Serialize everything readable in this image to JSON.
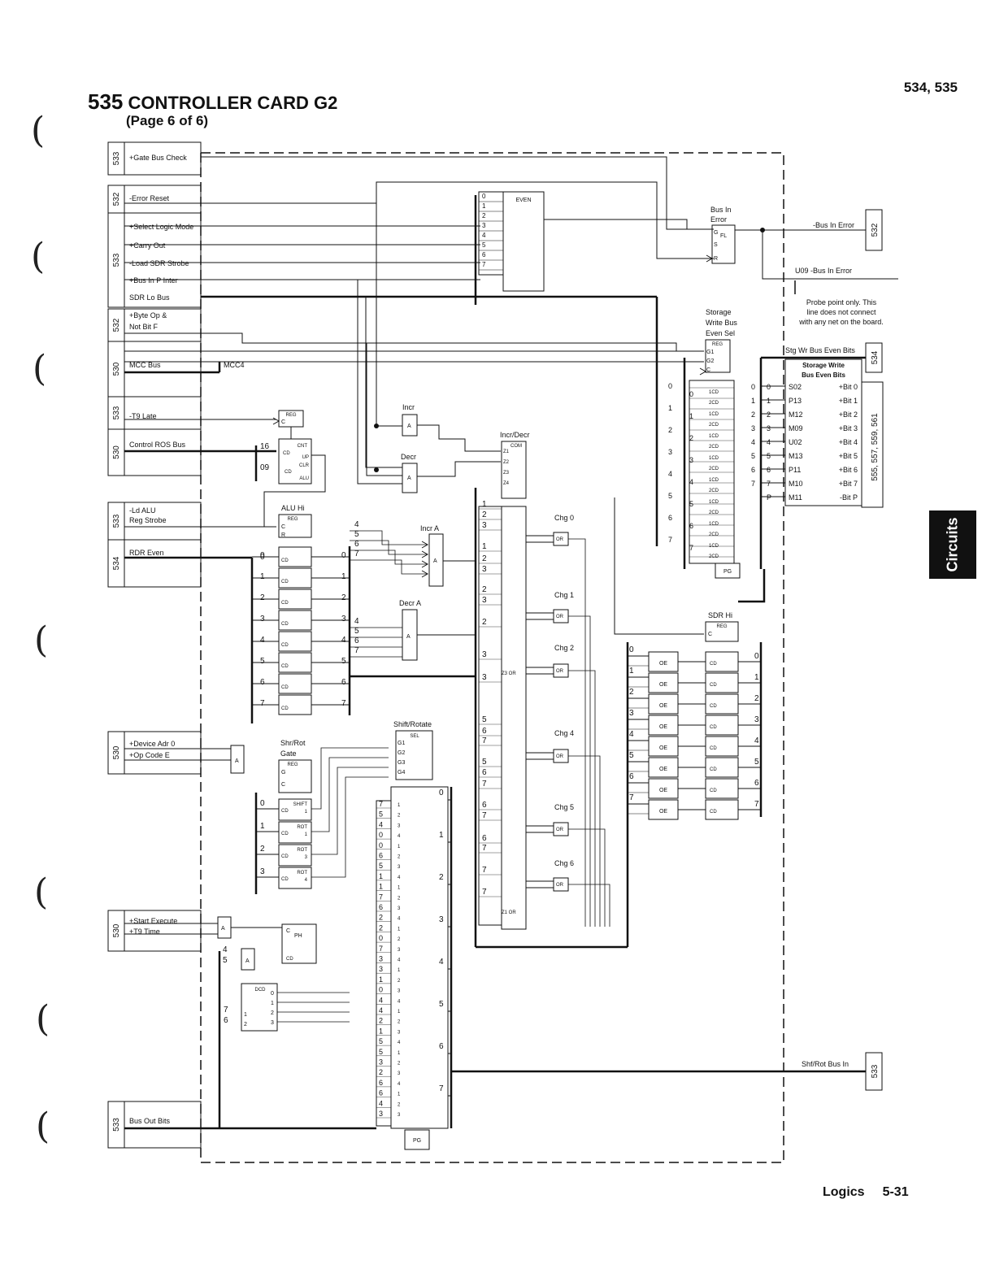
{
  "header": {
    "number": "535",
    "title": "CONTROLLER CARD G2",
    "subtitle": "(Page 6 of 6)",
    "page_refs": "534, 535"
  },
  "footer": {
    "section": "Logics",
    "page": "5-31"
  },
  "side_tab": "Circuits",
  "left_sources": [
    {
      "page": "533",
      "signals": [
        "+Gate Bus Check"
      ]
    },
    {
      "page": "532",
      "signals": [
        "-Error Reset"
      ]
    },
    {
      "page": "533",
      "signals": [
        "+Select Logic Mode",
        "+Carry Out",
        "-Load SDR Strobe",
        "+Bus In P Inter",
        "SDR Lo Bus"
      ]
    },
    {
      "page": "532",
      "signals": [
        "+Byte Op &",
        "Not Bit F"
      ]
    },
    {
      "page": "530",
      "signals": [
        "MCC Bus"
      ]
    },
    {
      "page": "533",
      "signals": [
        "-T9 Late"
      ]
    },
    {
      "page": "530",
      "signals": [
        "Control ROS Bus"
      ]
    },
    {
      "page": "533",
      "signals": [
        "-Ld ALU",
        "Reg Strobe"
      ]
    },
    {
      "page": "534",
      "signals": [
        "RDR Even"
      ]
    },
    {
      "page": "530",
      "signals": [
        "+Device Adr 0",
        "+Op Code E"
      ]
    },
    {
      "page": "530",
      "signals": [
        "+Start Execute",
        "+T9 Time"
      ]
    },
    {
      "page": "533",
      "signals": [
        "Bus Out Bits"
      ]
    }
  ],
  "right_targets": {
    "bus_in_error": {
      "page": "532",
      "label": "-Bus In Error"
    },
    "probe": {
      "net": "U09  -Bus In Error",
      "note": [
        "Probe point only.  This",
        "line does not connect",
        "with any net on the board."
      ]
    },
    "stg_wr": {
      "page": "534",
      "label": "Stg Wr Bus Even Bits"
    },
    "storage_write_box": {
      "title": [
        "Storage Write",
        "Bus Even Bits"
      ],
      "pages": "555, 557, 559, 561",
      "rows": [
        [
          "S02",
          "+Bit 0"
        ],
        [
          "P13",
          "+Bit 1"
        ],
        [
          "M12",
          "+Bit 2"
        ],
        [
          "M09",
          "+Bit 3"
        ],
        [
          "U02",
          "+Bit 4"
        ],
        [
          "M13",
          "+Bit 5"
        ],
        [
          "P11",
          "+Bit 6"
        ],
        [
          "M10",
          "+Bit 7"
        ],
        [
          "M11",
          "-Bit P"
        ]
      ],
      "idx": [
        "0",
        "1",
        "2",
        "3",
        "4",
        "5",
        "6",
        "7",
        "P"
      ]
    },
    "shf_rot": {
      "page": "533",
      "label": "Shf/Rot Bus In"
    }
  },
  "blocks": {
    "even": "EVEN",
    "bus_in_error": [
      "Bus In",
      "Error"
    ],
    "stg_sel": [
      "Storage",
      "Write Bus",
      "Even Sel"
    ],
    "incr": "Incr",
    "decr": "Decr",
    "incr_decr": "Incr/Decr",
    "incr_a": "Incr A",
    "decr_a": "Decr A",
    "alu_hi": "ALU Hi",
    "sdr_hi": "SDR Hi",
    "shift_rotate": "Shift/Rotate",
    "shr_rot_gate": [
      "Shr/Rot",
      "Gate"
    ],
    "mcc4": "MCC4",
    "dcd": "DCD",
    "chg": [
      "Chg 0",
      "Chg 1",
      "Chg 2",
      "Chg 4",
      "Chg 5",
      "Chg 6"
    ]
  },
  "labels": {
    "reg": "REG",
    "cd": "CD",
    "oe": "OE",
    "pg": "PG",
    "sel": "SEL",
    "com": "COM",
    "cnt": "CNT",
    "up": "UP",
    "clr": "CLR",
    "alu": "ALU",
    "or": "OR",
    "a": "A",
    "ph": "PH",
    "fl": "FL",
    "shift": "SHIFT",
    "rot": "ROT"
  }
}
